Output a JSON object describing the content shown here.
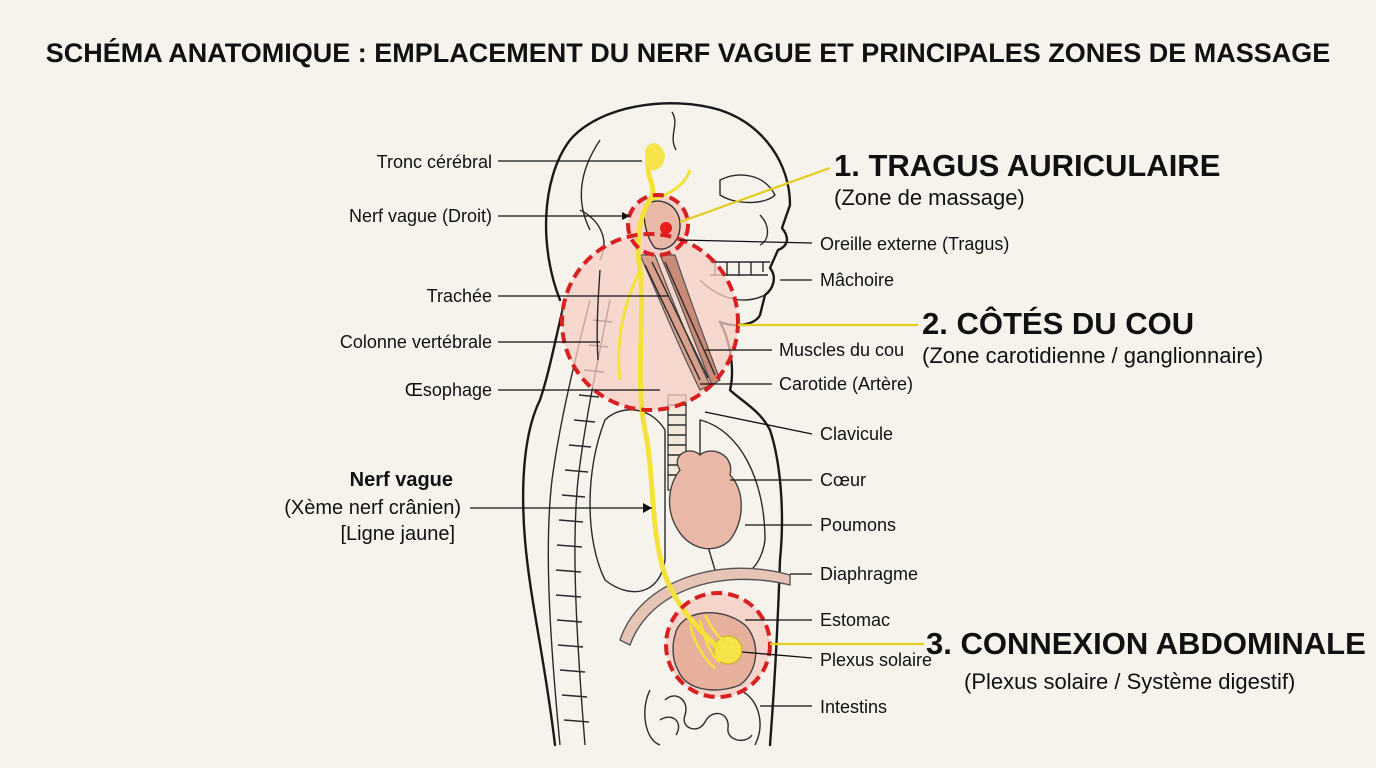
{
  "title": "SCHÉMA ANATOMIQUE : EMPLACEMENT DU NERF VAGUE ET PRINCIPALES ZONES DE MASSAGE",
  "left_labels": {
    "tronc": "Tronc cérébral",
    "nerf_droit": "Nerf vague (Droit)",
    "trachee": "Trachée",
    "colonne": "Colonne vertébrale",
    "oesophage": "Œsophage"
  },
  "vagus_label": {
    "title": "Nerf vague",
    "line1": "(Xème nerf crânien)",
    "line2": "[Ligne jaune]"
  },
  "right_labels": {
    "oreille": "Oreille externe (Tragus)",
    "machoire": "Mâchoire",
    "muscles": "Muscles du cou",
    "carotide": "Carotide (Artère)",
    "clavicule": "Clavicule",
    "coeur": "Cœur",
    "poumons": "Poumons",
    "diaphragme": "Diaphragme",
    "estomac": "Estomac",
    "plexus": "Plexus solaire",
    "intestins": "Intestins"
  },
  "zones": [
    {
      "title": "1. TRAGUS AURICULAIRE",
      "subtitle": "(Zone de massage)"
    },
    {
      "title": "2. CÔTÉS DU COU",
      "subtitle": "(Zone carotidienne / ganglionnaire)"
    },
    {
      "title": "3. CONNEXION ABDOMINALE",
      "subtitle": "(Plexus solaire / Système digestif)"
    }
  ],
  "colors": {
    "background": "#f6f3ec",
    "nerve": "#f4e23a",
    "zone_circle": "#d92020",
    "zone_fill": "#f5cfc6",
    "organ": "#eec1b2"
  }
}
